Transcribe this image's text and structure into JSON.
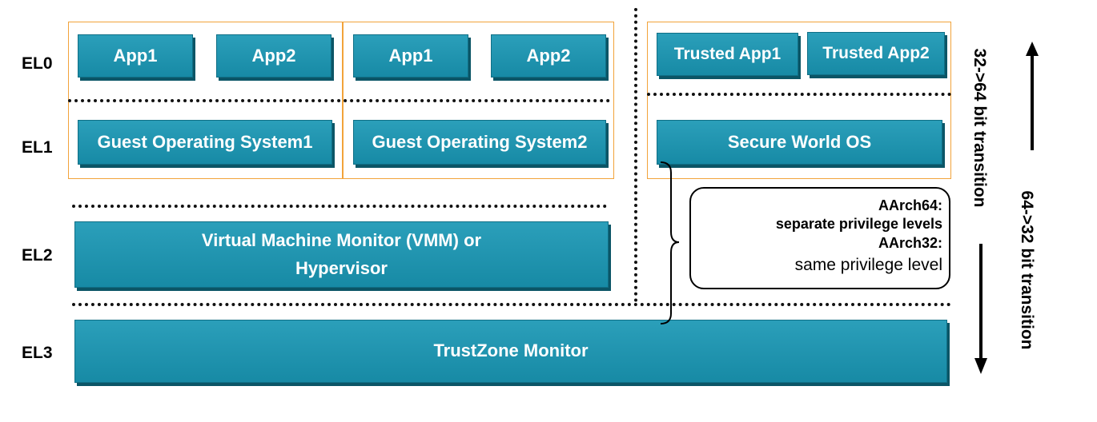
{
  "levels": {
    "el0": "EL0",
    "el1": "EL1",
    "el2": "EL2",
    "el3": "EL3"
  },
  "normal_world": {
    "guest1": {
      "app1": "App1",
      "app2": "App2",
      "os": "Guest Operating System1"
    },
    "guest2": {
      "app1": "App1",
      "app2": "App2",
      "os": "Guest Operating System2"
    },
    "vmm_line1": "Virtual Machine Monitor (VMM) or",
    "vmm_line2": "Hypervisor"
  },
  "secure_world": {
    "trusted_app1": "Trusted App1",
    "trusted_app2": "Trusted App2",
    "os": "Secure World OS"
  },
  "monitor": "TrustZone Monitor",
  "note": {
    "aarch64_title": "AArch64:",
    "aarch64_text": "separate privilege levels",
    "aarch32_title": "AArch32:",
    "aarch32_text": "same privilege level"
  },
  "transitions": {
    "up": "32->64 bit transition",
    "down": "64->32 bit transition"
  },
  "colors": {
    "box_fill": "#178aa5",
    "box_shadow": "#0b5566",
    "group_border": "#f2a33a"
  }
}
